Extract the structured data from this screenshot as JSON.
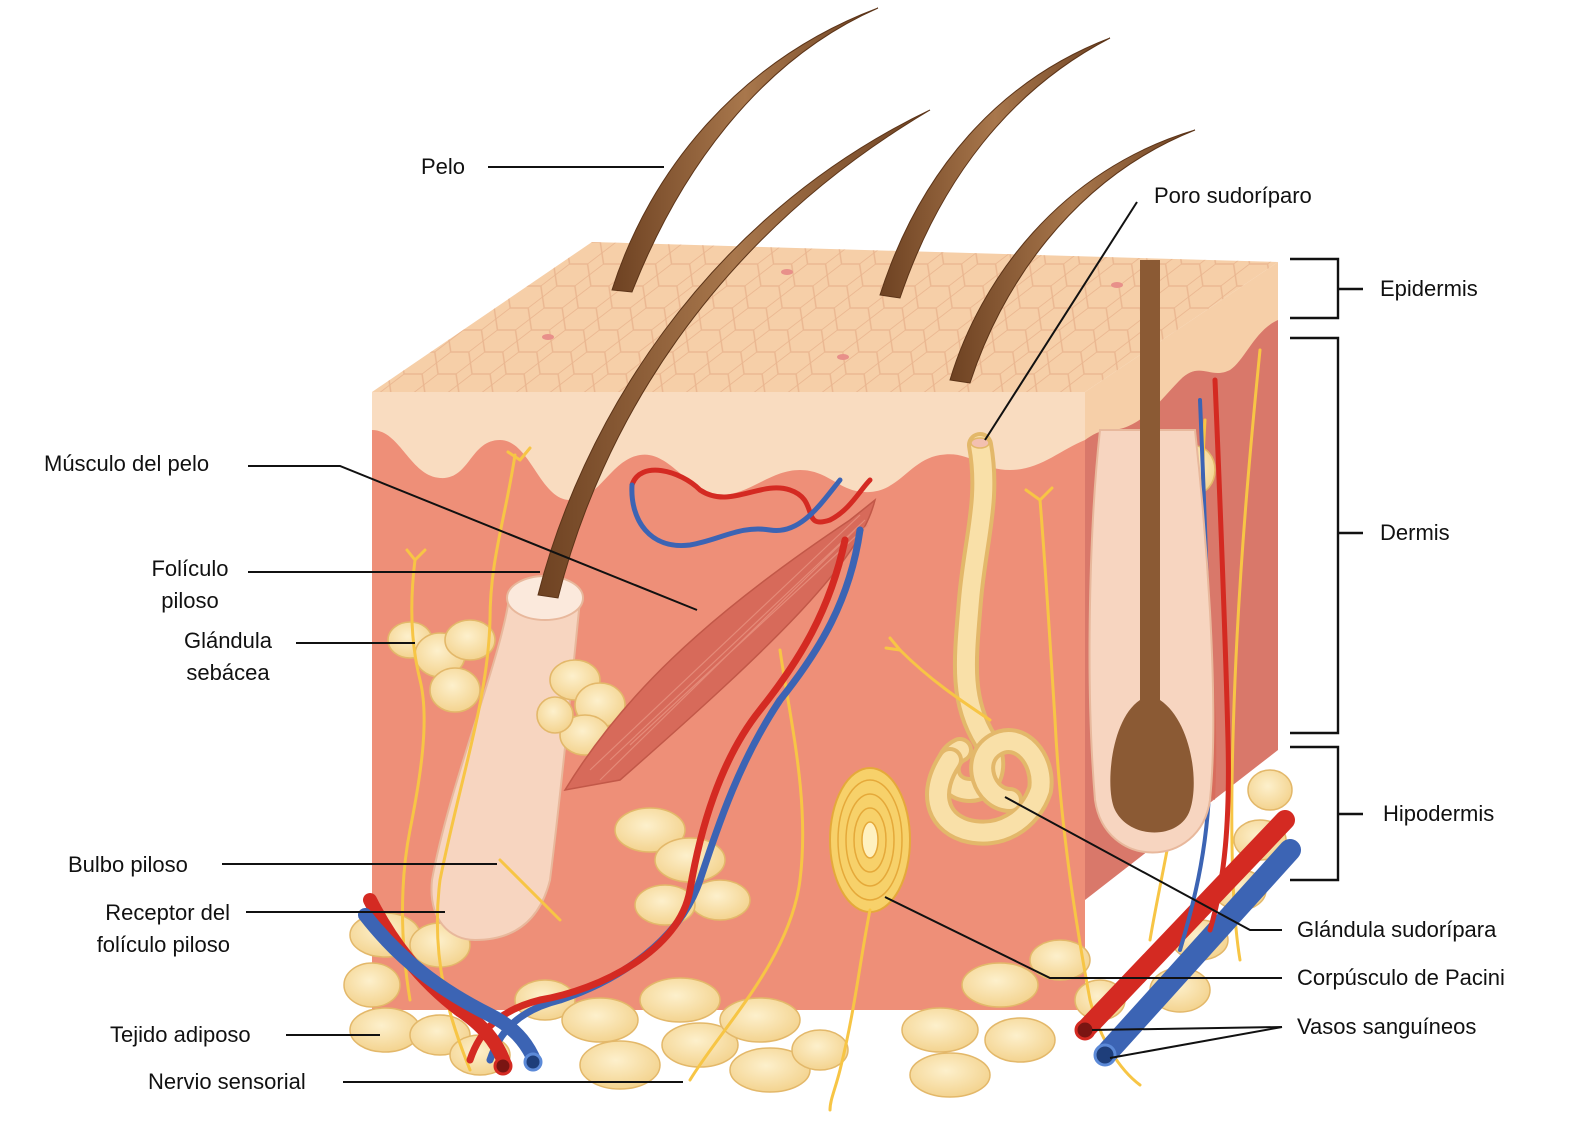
{
  "labels": {
    "pelo": "Pelo",
    "poro": "Poro sudoríparo",
    "musculo": "Músculo del pelo",
    "foliculo_1": "Folículo",
    "foliculo_2": "piloso",
    "glandula_seb_1": "Glándula",
    "glandula_seb_2": "sebácea",
    "bulbo": "Bulbo piloso",
    "receptor_1": "Receptor del",
    "receptor_2": "folículo piloso",
    "tejido": "Tejido adiposo",
    "nervio": "Nervio sensorial",
    "epidermis": "Epidermis",
    "dermis": "Dermis",
    "hipodermis": "Hipodermis",
    "sudoripara": "Glándula sudorípara",
    "pacini": "Corpúsculo de Pacini",
    "vasos": "Vasos sanguíneos"
  },
  "colors": {
    "epidermis_top": "#f6cfa8",
    "epidermis_side": "#f9dcc0",
    "dermis": "#ee8f78",
    "dermis_dark": "#e07b66",
    "fat": "#f9e0a8",
    "fat_outline": "#e8be72",
    "hair": "#8b5a34",
    "artery": "#d42a22",
    "vein": "#3c64b4",
    "nerve": "#f7c545",
    "muscle": "#d76a5a"
  }
}
